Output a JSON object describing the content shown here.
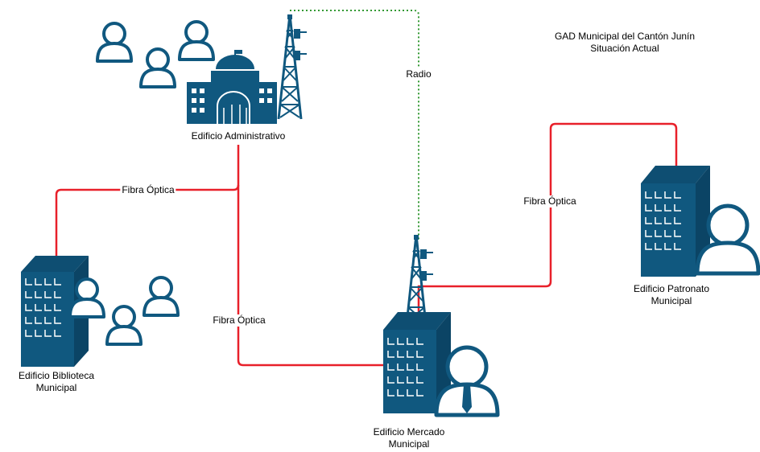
{
  "title": {
    "line1": "GAD Municipal del Cantón Junín",
    "line2": "Situación Actual"
  },
  "nodes": {
    "admin": {
      "label": "Edificio Administrativo"
    },
    "biblioteca": {
      "line1": "Edificio Biblioteca",
      "line2": "Municipal"
    },
    "mercado": {
      "line1": "Edificio Mercado",
      "line2": "Municipal"
    },
    "patronato": {
      "line1": "Edificio Patronato",
      "line2": "Municipal"
    }
  },
  "links": {
    "fibra_biblioteca": "Fibra Óptica",
    "fibra_mercado": "Fibra Óptica",
    "fibra_patronato": "Fibra Óptica",
    "radio": "Radio"
  },
  "colors": {
    "icon_fill": "#10587f",
    "user_fill": "#ffffff",
    "user_stroke": "#10587f",
    "fiber": "#e8202a",
    "radio": "#339933"
  }
}
